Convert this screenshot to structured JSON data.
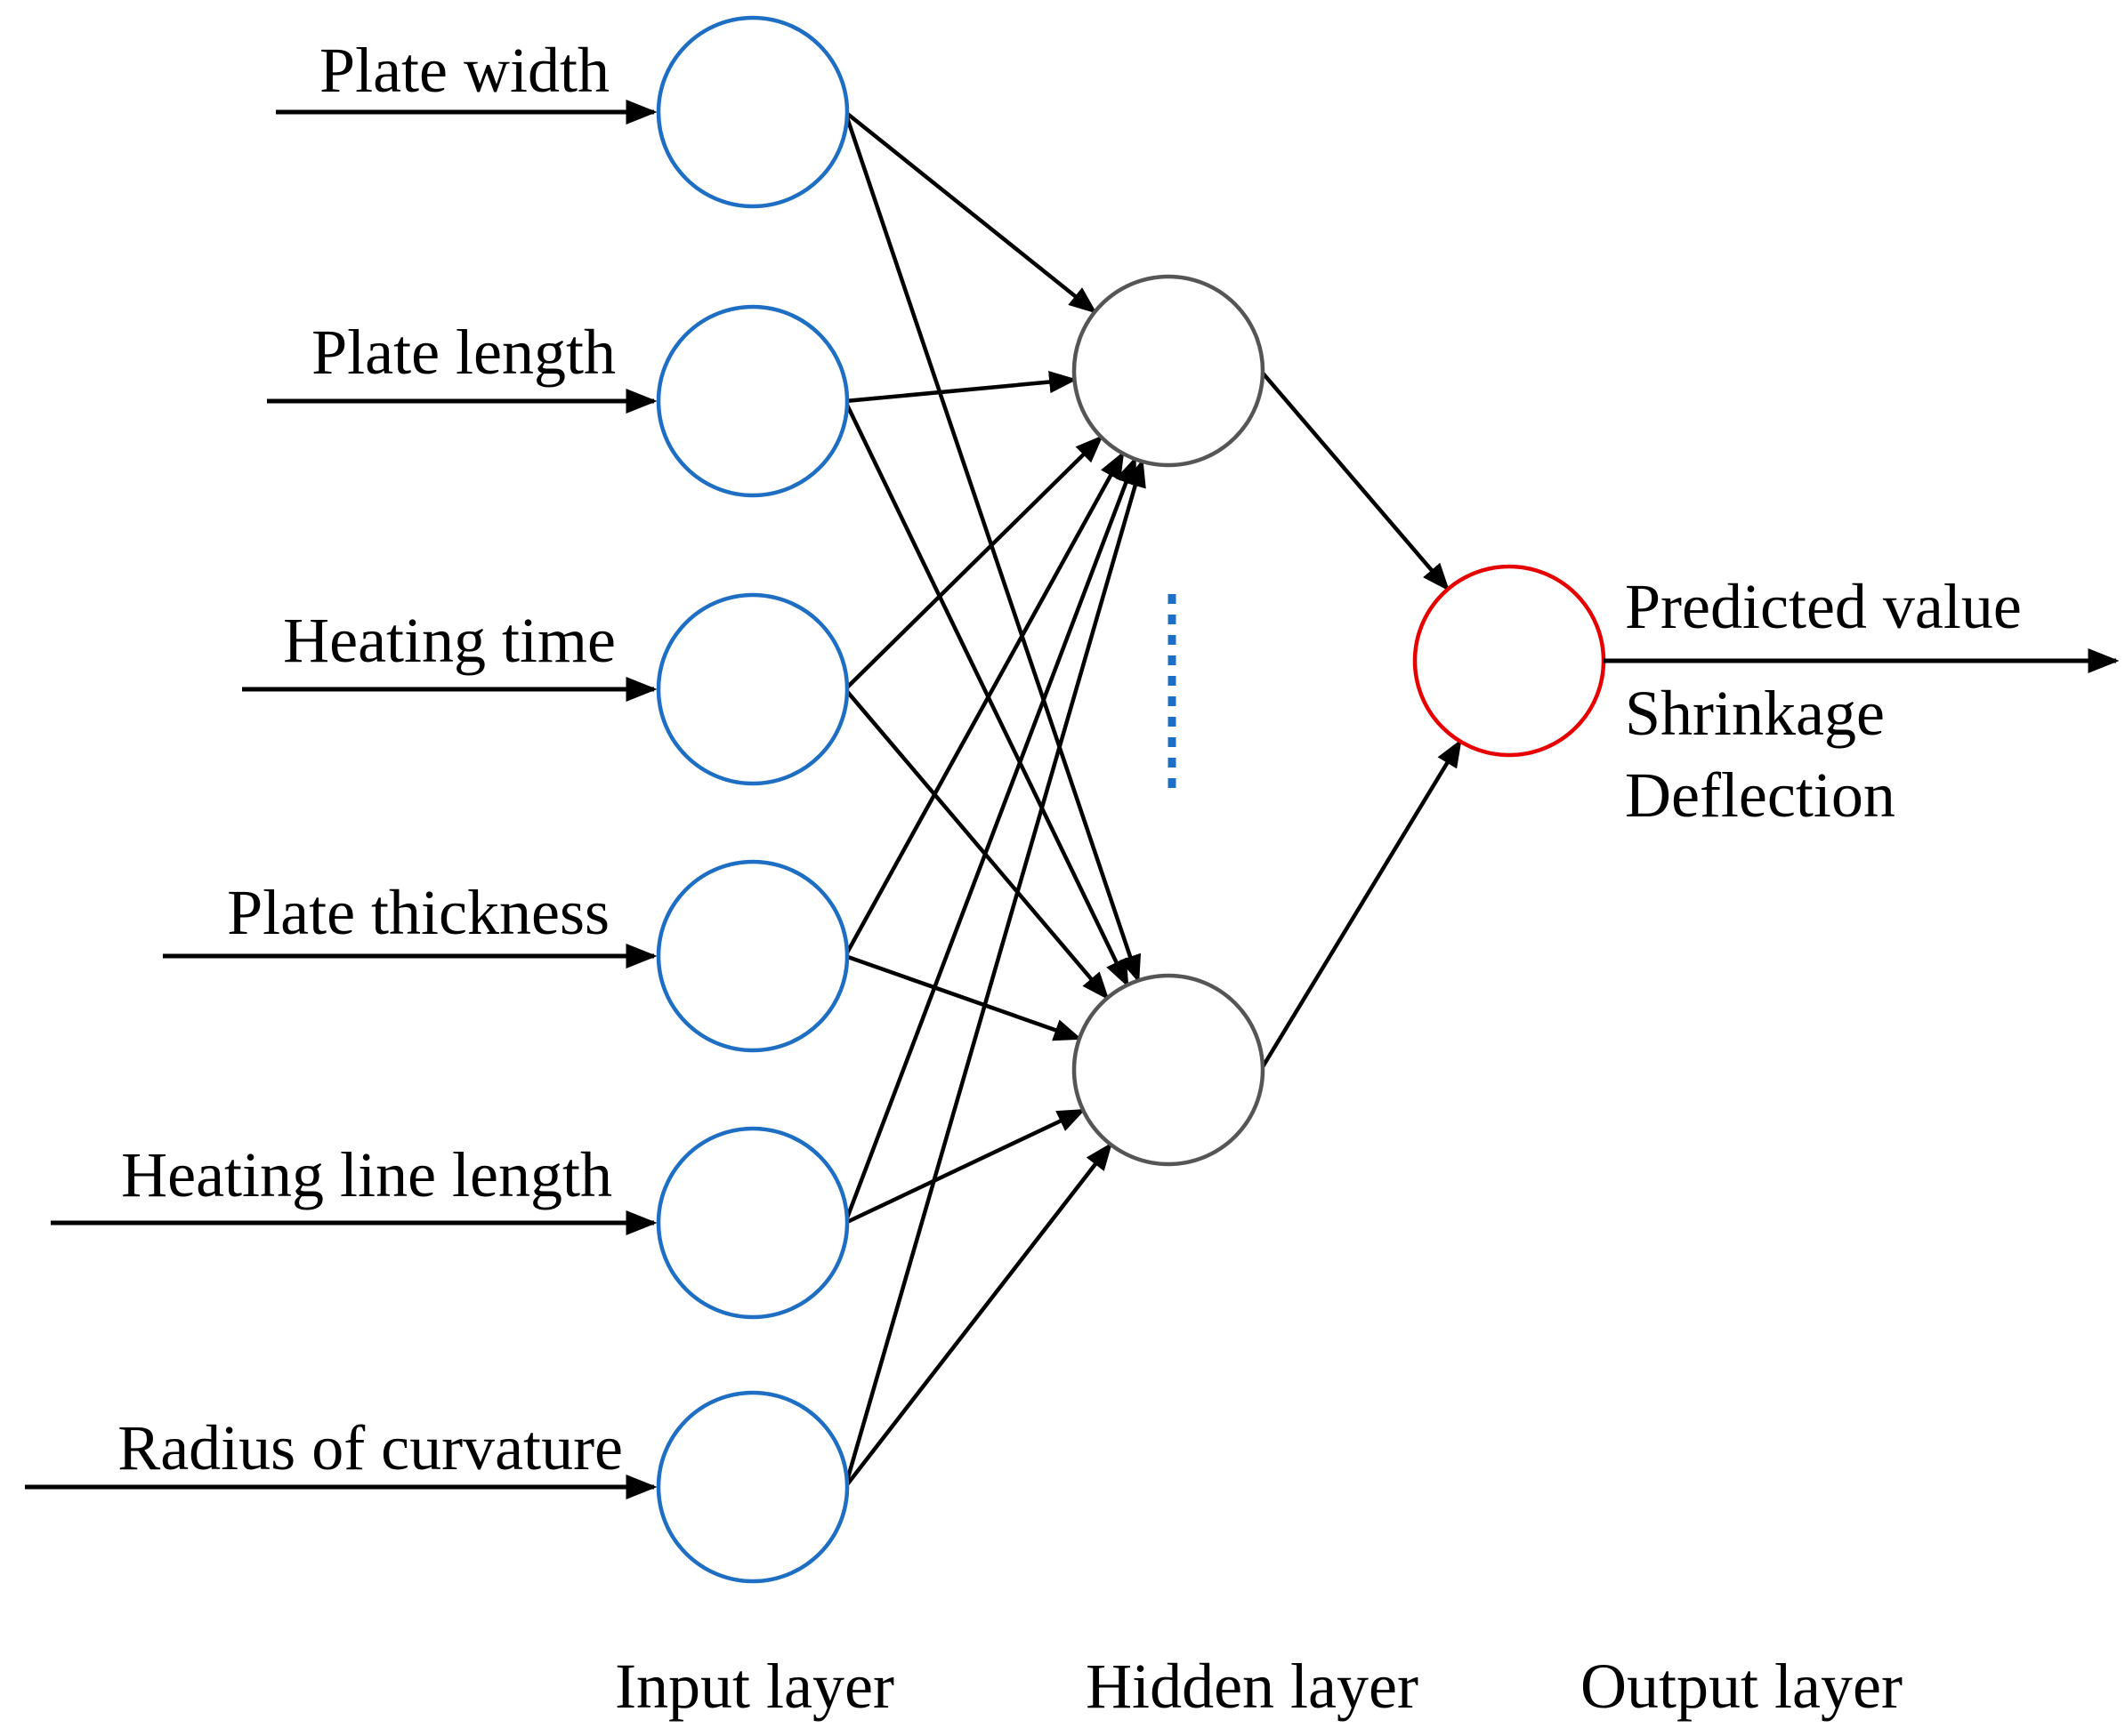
{
  "inputs": [
    {
      "label": "Plate width"
    },
    {
      "label": "Plate length"
    },
    {
      "label": "Heating time"
    },
    {
      "label": "Plate thickness"
    },
    {
      "label": "Heating line length"
    },
    {
      "label": "Radius of curvature"
    }
  ],
  "output": {
    "label": "Predicted value",
    "items": [
      "Shrinkage",
      "Deflection"
    ]
  },
  "layers": {
    "input": "Input layer",
    "hidden": "Hidden layer",
    "output": "Output layer"
  },
  "colors": {
    "input_node": "#1e6fc4",
    "hidden_node": "#555555",
    "output_node": "#e60000",
    "ellipsis_dots": "#1e6fc4",
    "arrow": "#000000"
  }
}
